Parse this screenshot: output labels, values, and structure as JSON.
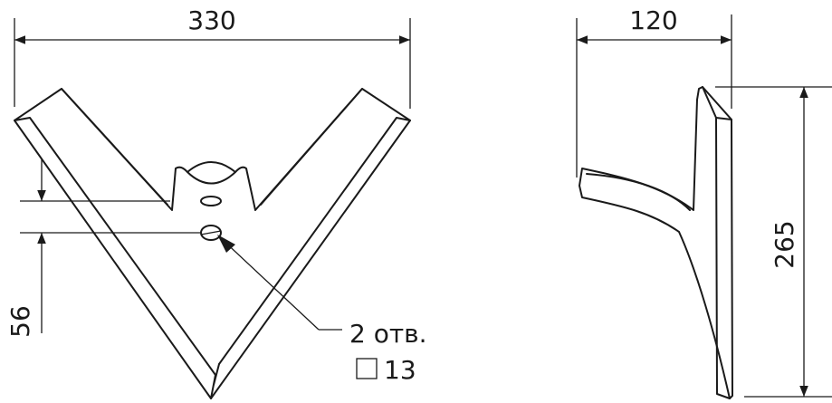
{
  "dimensions": {
    "width": "330",
    "depth": "120",
    "height": "265",
    "hole_offset": "56"
  },
  "callout": {
    "holes": "2 отв.",
    "square_size": "13"
  }
}
